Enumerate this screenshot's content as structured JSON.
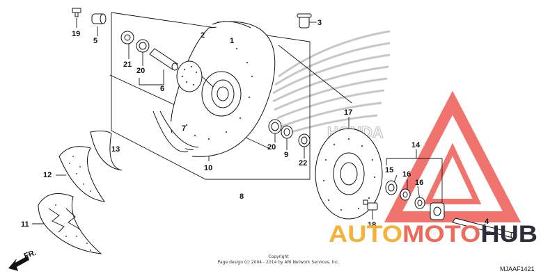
{
  "callouts": {
    "c1": "1",
    "c2": "2",
    "c3": "3",
    "c4": "4",
    "c5": "5",
    "c6": "6",
    "c7": "7",
    "c8": "8",
    "c9": "9",
    "c10": "10",
    "c11": "11",
    "c12": "12",
    "c13": "13",
    "c14": "14",
    "c15": "15",
    "c16a": "16",
    "c16b": "16",
    "c17": "17",
    "c18": "18",
    "c19": "19",
    "c20a": "20",
    "c20b": "20",
    "c21": "21",
    "c22": "22"
  },
  "front_marker": "FR.",
  "copyright": {
    "line1": "Copyright",
    "line2": "Page design (c) 2004 - 2014 by ARI Network Services, Inc."
  },
  "diagram_code": "MJAAF1421",
  "background_logo_text": "HONDA",
  "watermark": {
    "part1": "AUTO",
    "part2": "MOTO",
    "part3": "HUB",
    "colors": {
      "auto": "#f4b23a",
      "moto": "#ef6a5a",
      "hub": "#2c2c3a",
      "logo": "#ee5a55"
    }
  }
}
